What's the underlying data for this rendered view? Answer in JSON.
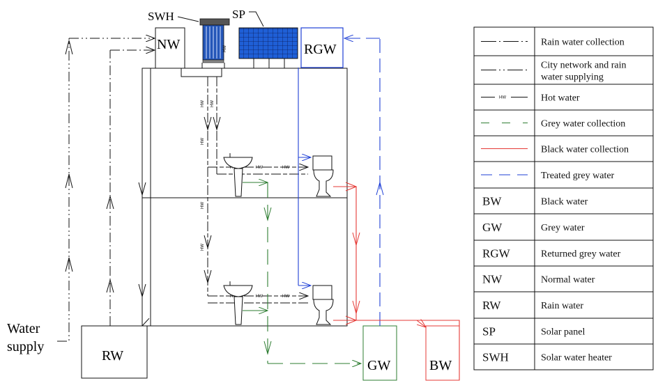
{
  "labels": {
    "swh": "SWH",
    "sp": "SP",
    "nw": "NW",
    "rgw": "RGW",
    "rw": "RW",
    "gw": "GW",
    "bw": "BW",
    "hw": "HW",
    "water_supply_line1": "Water",
    "water_supply_line2": "supply"
  },
  "legend": [
    {
      "style": "rain",
      "text": [
        "Rain water collection"
      ]
    },
    {
      "style": "city",
      "text": [
        "City network and rain",
        "water supplying"
      ]
    },
    {
      "style": "hot",
      "text": [
        "Hot water"
      ]
    },
    {
      "style": "grey",
      "text": [
        "Grey water collection"
      ]
    },
    {
      "style": "black",
      "text": [
        "Black water collection"
      ]
    },
    {
      "style": "treated",
      "text": [
        "Treated grey water"
      ]
    },
    {
      "abbr": "BW",
      "text": [
        "Black water"
      ]
    },
    {
      "abbr": "GW",
      "text": [
        "Grey water"
      ]
    },
    {
      "abbr": "RGW",
      "text": [
        "Returned grey water"
      ]
    },
    {
      "abbr": "NW",
      "text": [
        "Normal water"
      ]
    },
    {
      "abbr": "RW",
      "text": [
        "Rain water"
      ]
    },
    {
      "abbr": "SP",
      "text": [
        "Solar panel"
      ]
    },
    {
      "abbr": "SWH",
      "text": [
        "Solar water heater"
      ]
    }
  ],
  "colors": {
    "line": "#111111",
    "grey_water": "#2e7d32",
    "black_water": "#e53935",
    "treated": "#1e3fd6",
    "panel_blue": "#1f5fd6",
    "heater_blue": "#2456b8"
  }
}
